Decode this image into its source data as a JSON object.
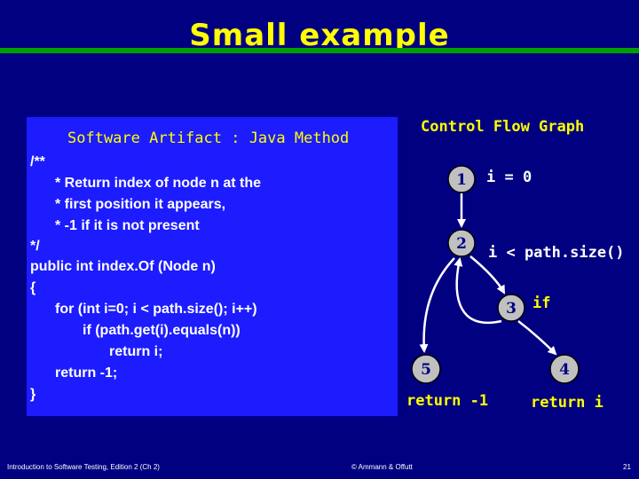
{
  "slide": {
    "title": "Small example",
    "code_box_label": "Software Artifact : Java Method",
    "code_lines": [
      "/**",
      "* Return index of node n at the",
      "* first position it appears,",
      "* -1 if it is not present",
      "*/",
      "public int index.Of (Node n)",
      "{",
      "for (int i=0; i < path.size(); i++)",
      "if (path.get(i).equals(n))",
      "return i;",
      "return -1;",
      "}"
    ],
    "graph_label": "Control Flow Graph",
    "nodes": [
      {
        "id": "1",
        "annotation": "i = 0"
      },
      {
        "id": "2",
        "annotation": "i < path.size()"
      },
      {
        "id": "3",
        "annotation": "if"
      },
      {
        "id": "5",
        "annotation": "return -1"
      },
      {
        "id": "4",
        "annotation": "return i"
      }
    ],
    "edges": [
      [
        "1",
        "2"
      ],
      [
        "2",
        "3"
      ],
      [
        "3",
        "2"
      ],
      [
        "2",
        "5"
      ],
      [
        "3",
        "4"
      ]
    ],
    "footer": {
      "left": "Introduction to Software Testing, Edition 2 (Ch 2)",
      "center": "© Ammann & Offutt",
      "page": "21"
    },
    "colors": {
      "background": "#000080",
      "title": "#ffff00",
      "rule": "#00a000",
      "code_box": "#1c1cff",
      "node_fill": "#c0c0c0"
    }
  }
}
